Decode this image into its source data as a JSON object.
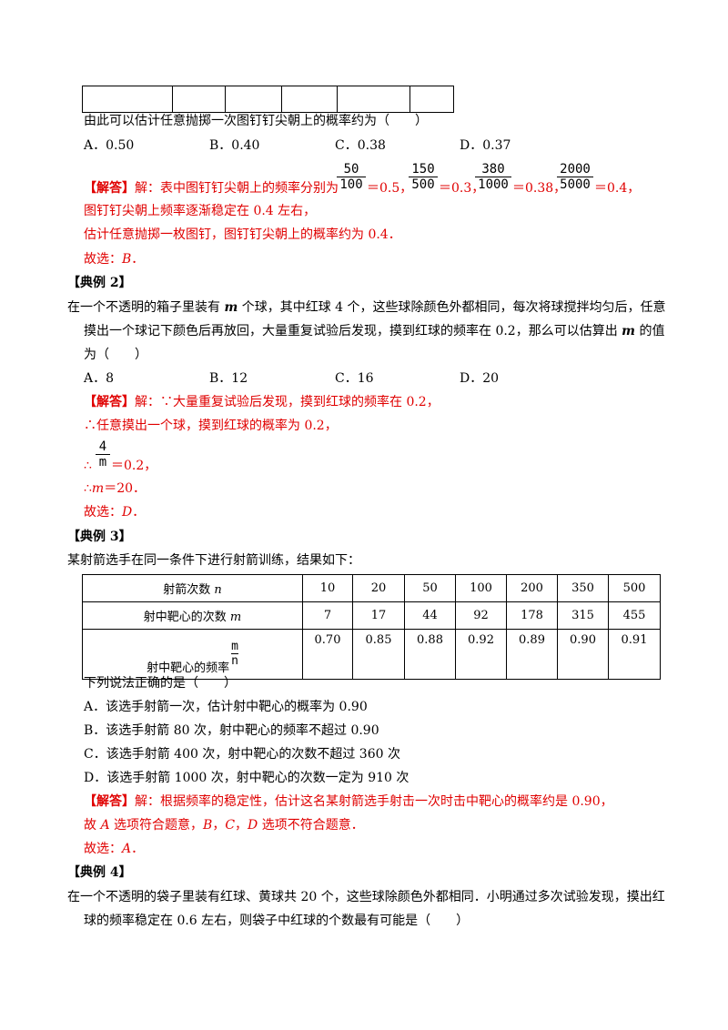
{
  "top_table_cells": 6,
  "q1": {
    "stem": "由此可以估计任意抛掷一次图钉钉尖朝上的概率约为（　　）",
    "options": [
      "A．0.50",
      "B．0.40",
      "C．0.38",
      "D．0.37"
    ],
    "answer_prefix": "【解答】",
    "answer_intro": "解：表中图钉钉尖朝上的频率分别为",
    "fractions": [
      {
        "num": "50",
        "den": "100",
        "result": "＝0.5，"
      },
      {
        "num": "150",
        "den": "500",
        "result": "＝0.3，"
      },
      {
        "num": "380",
        "den": "1000",
        "result": "＝0.38，"
      },
      {
        "num": "2000",
        "den": "5000",
        "result": "＝0.4，"
      }
    ],
    "line2": "图钉钉尖朝上频率逐渐稳定在 0.4 左右，",
    "line3": "估计任意抛掷一枚图钉，图钉钉尖朝上的概率约为 0.4．",
    "choice_prefix": "故选：",
    "choice": "B",
    "choice_suffix": "．"
  },
  "ex2": {
    "heading": "【典例 2】",
    "stem1_a": "在一个不透明的箱子里装有 ",
    "stem1_m": "m",
    "stem1_b": " 个球，其中红球 4 个，这些球除颜色外都相同，每次将球搅拌均匀后，任意",
    "stem2_a": "摸出一个球记下颜色后再放回，大量重复试验后发现，摸到红球的频率在 0.2，那么可以估算出 ",
    "stem2_m": "m",
    "stem2_b": " 的值",
    "stem3": "为（　　）",
    "options": [
      "A．8",
      "B．12",
      "C．16",
      "D．20"
    ],
    "answer_prefix": "【解答】",
    "line1": "解：∵大量重复试验后发现，摸到红球的频率在 0.2，",
    "line2": "∴任意摸出一个球，摸到红球的概率为 0.2，",
    "frac_num": "4",
    "frac_den": "m",
    "line3_prefix": "∴",
    "line3_suffix": "＝0.2，",
    "line4_prefix": "∴",
    "line4_m": "m",
    "line4_suffix": "＝20．",
    "choice_prefix": "故选：",
    "choice": "D",
    "choice_suffix": "．"
  },
  "ex3": {
    "heading": "【典例 3】",
    "stem": "某射箭选手在同一条件下进行射箭训练，结果如下：",
    "row1_label": "射箭次数 ",
    "row1_var": "n",
    "row2_label": "射中靶心的次数 ",
    "row2_var": "m",
    "row3_label": "射中靶心的频率",
    "row3_frac_num": "m",
    "row3_frac_den": "n",
    "shots": [
      "10",
      "20",
      "50",
      "100",
      "200",
      "350",
      "500"
    ],
    "hits": [
      "7",
      "17",
      "44",
      "92",
      "178",
      "315",
      "455"
    ],
    "freq": [
      "0.70",
      "0.85",
      "0.88",
      "0.92",
      "0.89",
      "0.90",
      "0.91"
    ],
    "question": "下列说法正确的是（　　）",
    "options": [
      "A．该选手射箭一次，估计射中靶心的概率为 0.90",
      "B．该选手射箭 80 次，射中靶心的频率不超过 0.90",
      "C．该选手射箭 400 次，射中靶心的次数不超过 360 次",
      "D．该选手射箭 1000 次，射中靶心的次数一定为 910 次"
    ],
    "answer_prefix": "【解答】",
    "line1": "解：根据频率的稳定性，估计这名某射箭选手射击一次时击中靶心的概率约是 0.90，",
    "line2_a": "故 ",
    "line2_A": "A",
    "line2_b": " 选项符合题意，",
    "line2_B": "B",
    "line2_c": "，",
    "line2_C": "C",
    "line2_d": "，",
    "line2_D": "D",
    "line2_e": " 选项不符合题意．",
    "choice_prefix": "故选：",
    "choice": "A",
    "choice_suffix": "．"
  },
  "ex4": {
    "heading": "【典例 4】",
    "stem1": "在一个不透明的袋子里装有红球、黄球共 20 个，这些球除颜色外都相同．小明通过多次试验发现，摸出红",
    "stem2": "球的频率稳定在 0.6 左右，则袋子中红球的个数最有可能是（　　）"
  }
}
